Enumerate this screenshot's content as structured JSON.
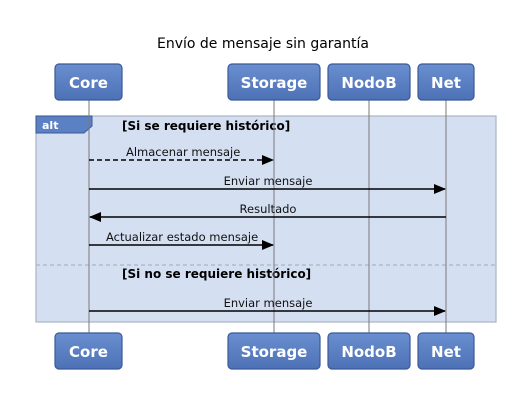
{
  "title": "Envío de mensaje sin garantía",
  "actors": [
    {
      "id": "core",
      "label": "Core"
    },
    {
      "id": "storage",
      "label": "Storage"
    },
    {
      "id": "nodob",
      "label": "NodoB"
    },
    {
      "id": "net",
      "label": "Net"
    }
  ],
  "fragment": {
    "operator": "alt",
    "guards": [
      "[Si se requiere histórico]",
      "[Si no se requiere histórico]"
    ]
  },
  "messages": [
    {
      "from": "core",
      "to": "storage",
      "label": "Almacenar mensaje",
      "style": "dashed"
    },
    {
      "from": "core",
      "to": "net",
      "label": "Enviar mensaje",
      "style": "solid"
    },
    {
      "from": "net",
      "to": "core",
      "label": "Resultado",
      "style": "solid"
    },
    {
      "from": "core",
      "to": "storage",
      "label": "Actualizar estado mensaje",
      "style": "solid"
    },
    {
      "from": "core",
      "to": "net",
      "label": "Enviar mensaje",
      "style": "solid"
    }
  ],
  "colors": {
    "actor_fill": "#5b80c4",
    "actor_border": "#3b5a97",
    "fragment_fill": "#d4dff2",
    "fragment_border": "#a9b4c4",
    "lifeline": "#7a7a7a",
    "arrow": "#000000"
  }
}
